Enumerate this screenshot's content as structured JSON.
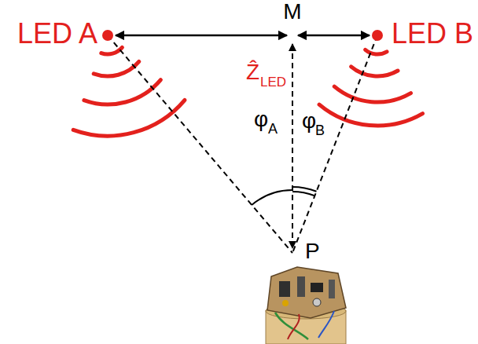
{
  "diagram": {
    "labels": [
      "LED A",
      "LED B",
      "M",
      "Ẑ",
      "LED",
      "φ",
      "A",
      "φ",
      "B",
      "P"
    ]
  }
}
